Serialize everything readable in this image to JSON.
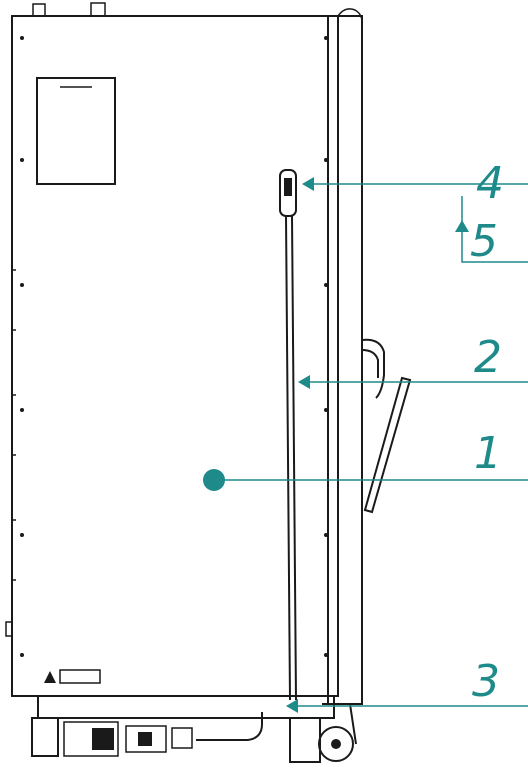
{
  "diagram": {
    "accent_color": "#1f8a8a",
    "line_color": "#1a1a1a",
    "callouts": [
      {
        "id": "c4",
        "label": "4"
      },
      {
        "id": "c5",
        "label": "5"
      },
      {
        "id": "c2",
        "label": "2"
      },
      {
        "id": "c1",
        "label": "1"
      },
      {
        "id": "c3",
        "label": "3"
      }
    ]
  }
}
